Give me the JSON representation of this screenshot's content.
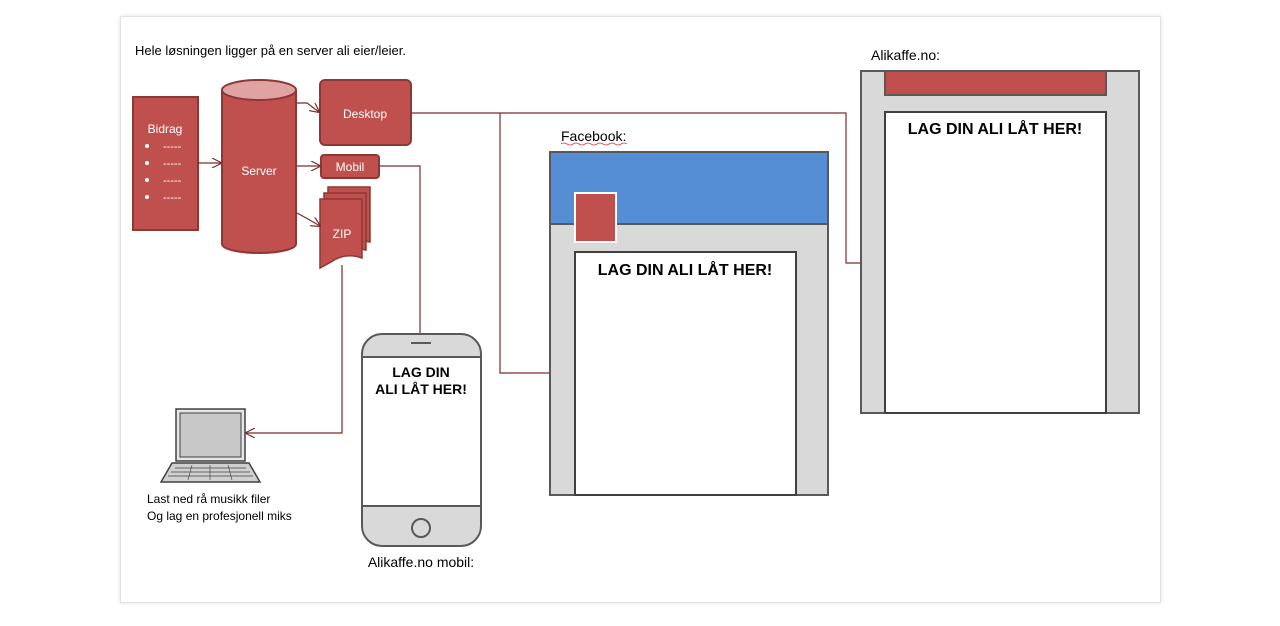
{
  "intro": "Hele løsningen ligger på en server ali eier/leier.",
  "bidrag": {
    "title": "Bidrag",
    "items": [
      "-----",
      "-----",
      "-----",
      "-----"
    ]
  },
  "nodes": {
    "server": "Server",
    "desktop": "Desktop",
    "mobil": "Mobil",
    "zip": "ZIP"
  },
  "facebook": {
    "label": "Facebook:",
    "content": "LAG DIN ALI LÅT HER!"
  },
  "alikaffe": {
    "label": "Alikaffe.no:",
    "content": "LAG DIN ALI LÅT HER!"
  },
  "mobile": {
    "content_line1": "LAG DIN",
    "content_line2": "ALI LÅT HER!",
    "label": "Alikaffe.no mobil:"
  },
  "laptop": {
    "caption_line1": "Last ned rå musikk filer",
    "caption_line2": "Og lag en profesjonell miks"
  },
  "colors": {
    "accent": "#c0504d",
    "accent_stroke": "#8c3836",
    "frame_gray": "#d9d9d9",
    "fb_blue": "#558ed5",
    "arrow": "#7b2c2a"
  }
}
